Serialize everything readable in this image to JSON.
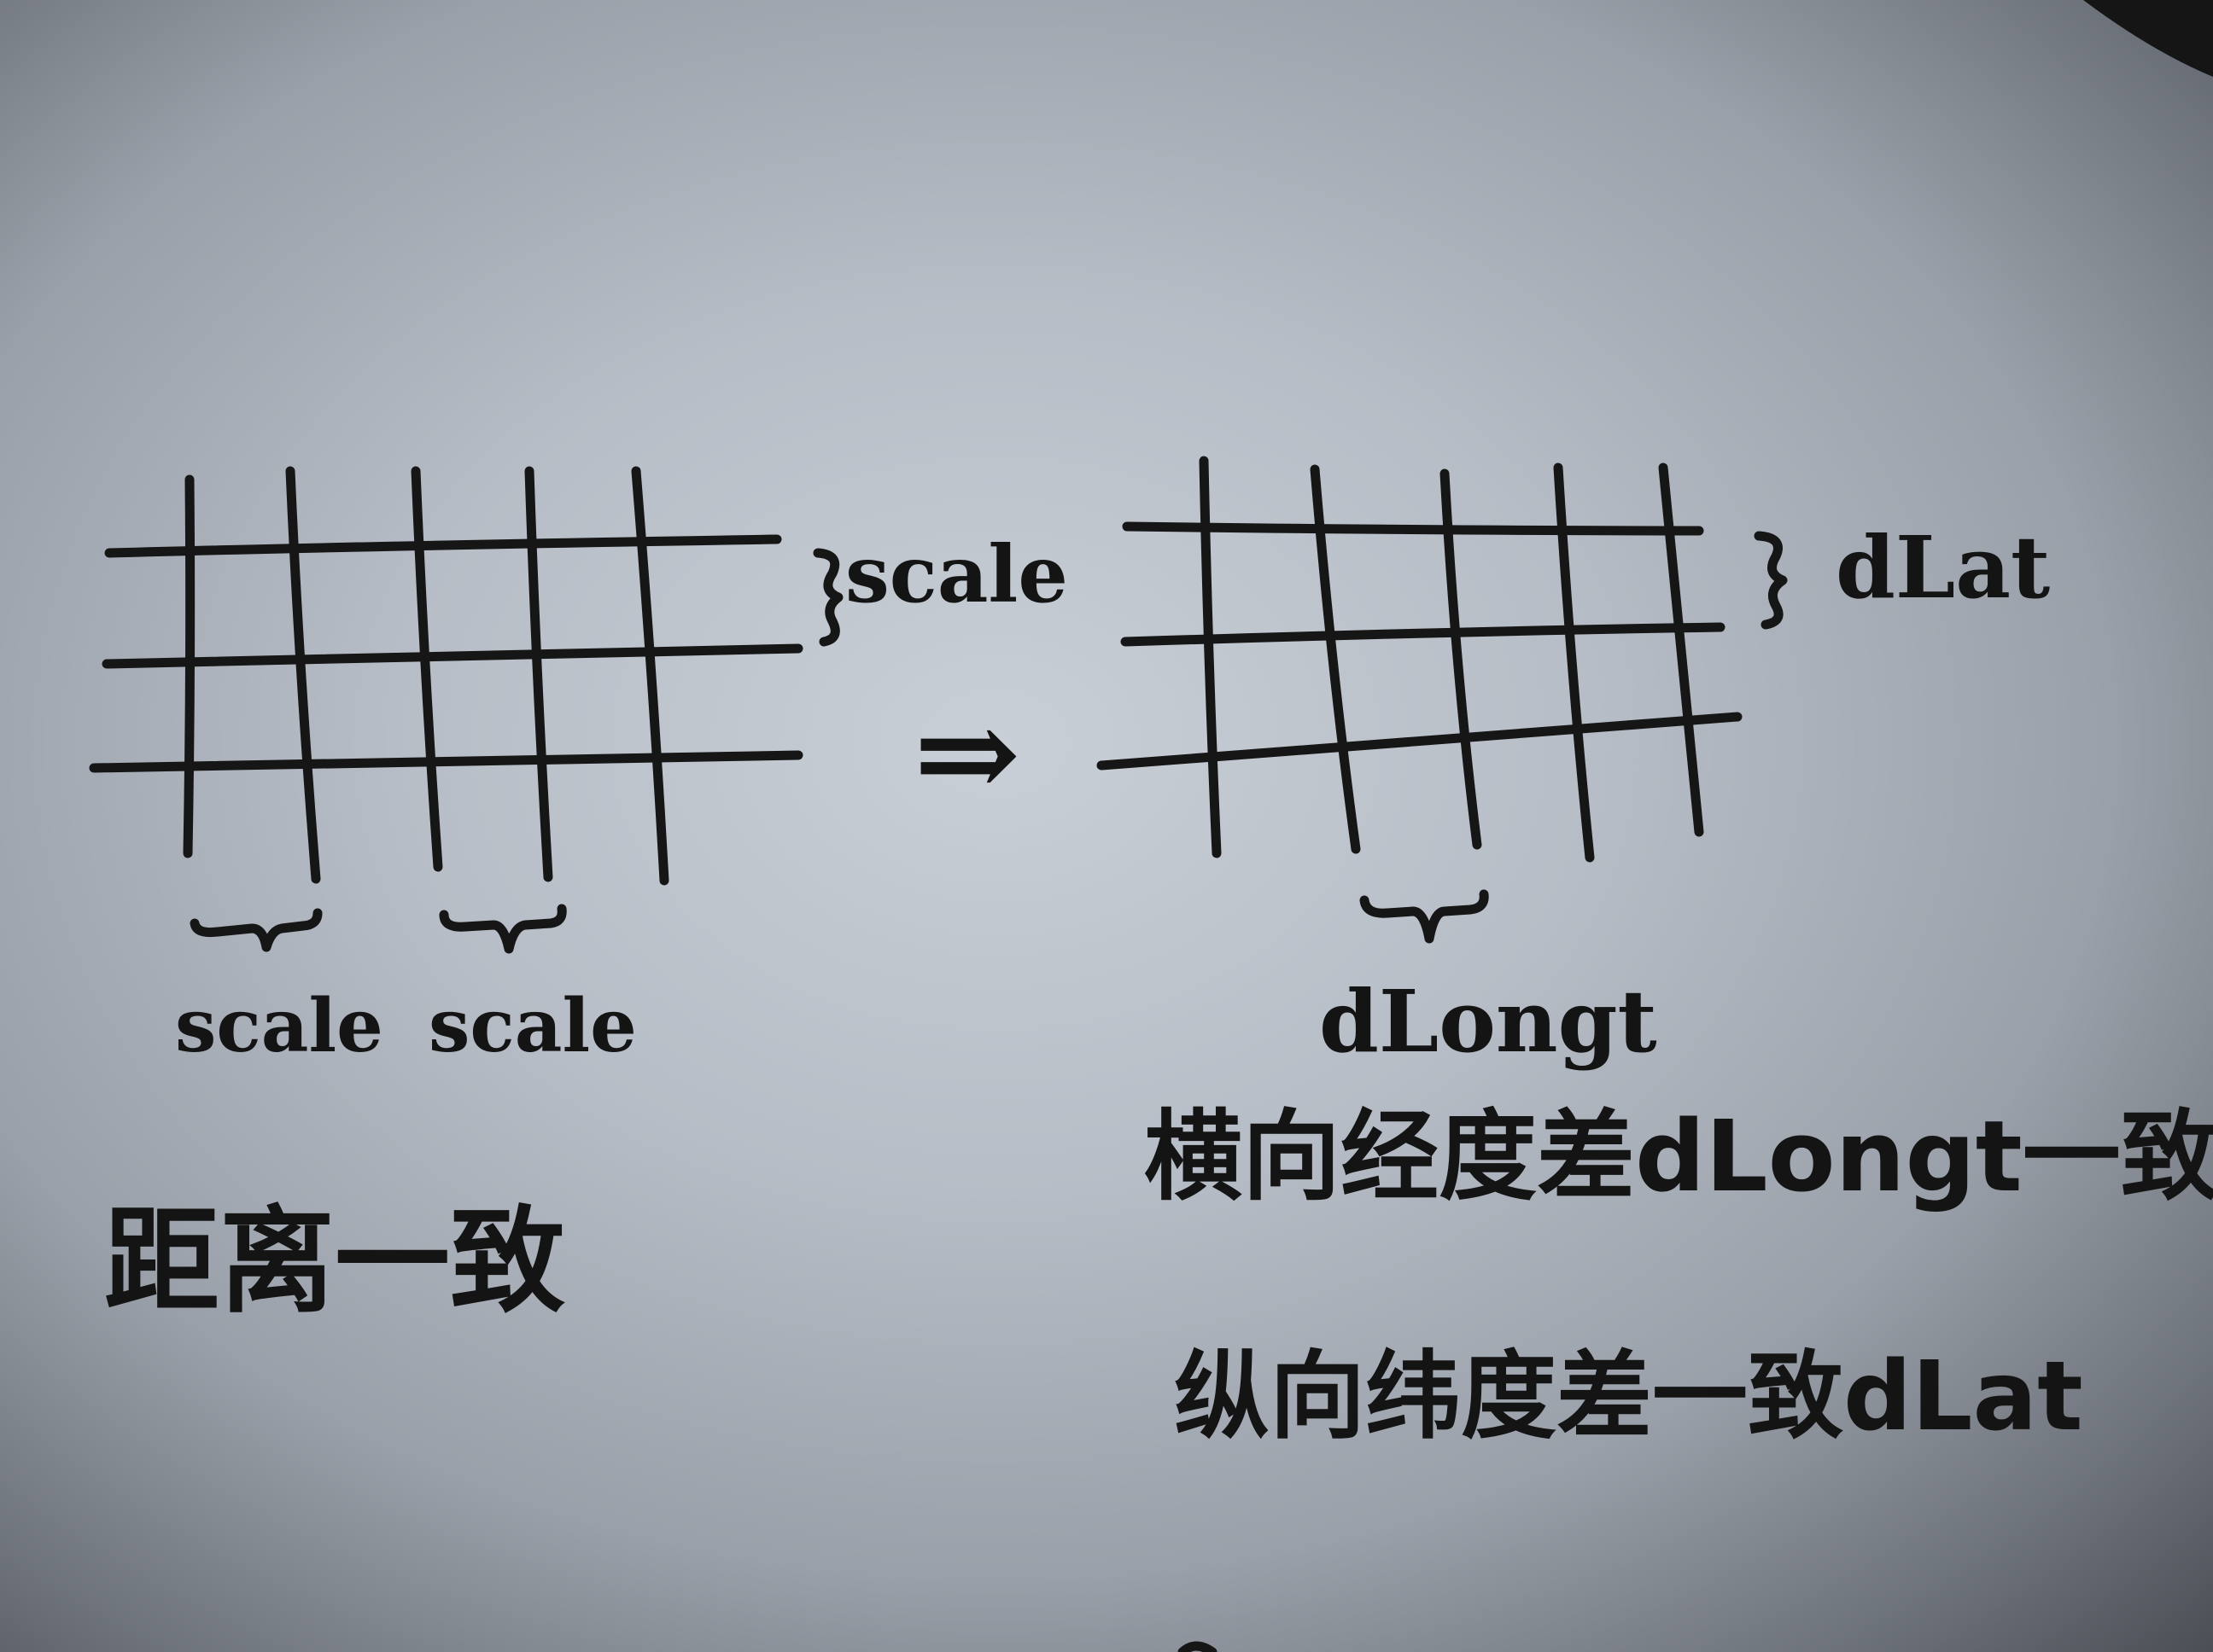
{
  "left_diagram": {
    "right_label": "scale",
    "bottom_labels": [
      "scale",
      "scale"
    ],
    "caption": "距离一致"
  },
  "arrow": "⇒",
  "right_diagram": {
    "right_label": "dLat",
    "bottom_label": "dLongt"
  },
  "notes": [
    "横向经度差dLongt一致",
    "纵向纬度差一致dLat"
  ]
}
